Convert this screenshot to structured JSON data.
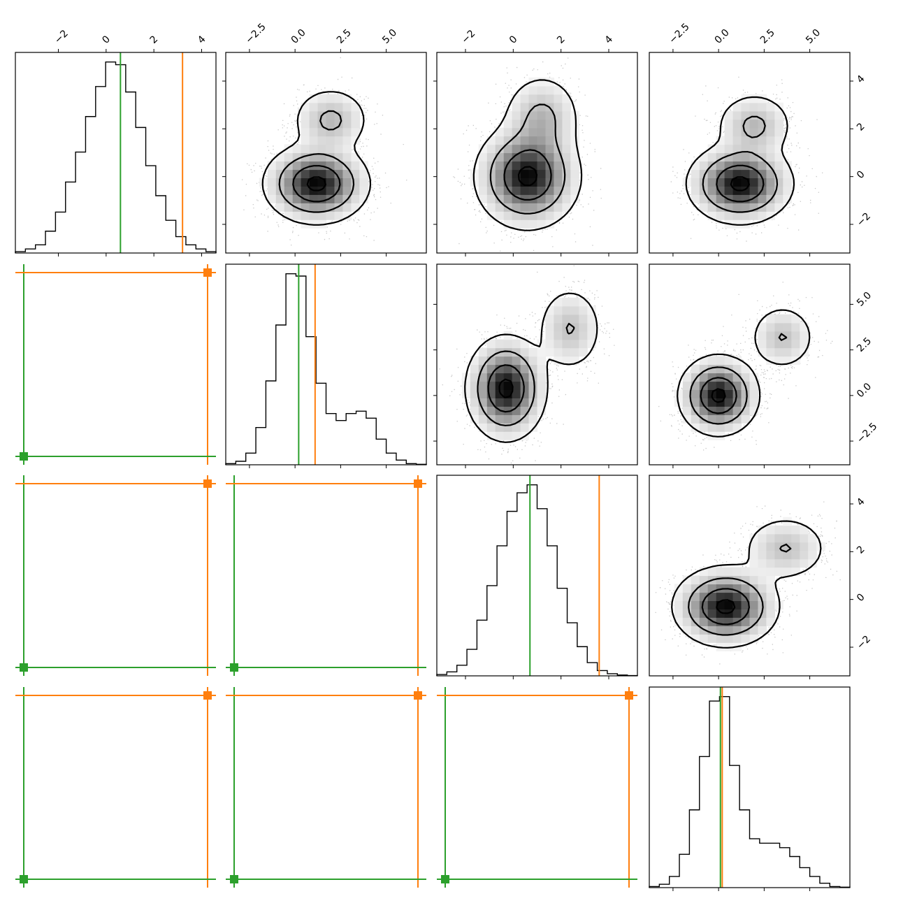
{
  "chart_data": {
    "type": "corner",
    "parameters": 4,
    "colors": {
      "hist": "#000000",
      "green": "#2ca02c",
      "orange": "#ff7f0e",
      "density": "#000000"
    },
    "axis_ranges": [
      [
        -3.8,
        4.6
      ],
      [
        -3.8,
        7.2
      ],
      [
        -3.2,
        5.2
      ],
      [
        -3.8,
        7.2
      ]
    ],
    "ticks": [
      {
        "values": [
          -2,
          0,
          2,
          4
        ],
        "labels": [
          "−2",
          "0",
          "2",
          "4"
        ]
      },
      {
        "values": [
          -2.5,
          0,
          2.5,
          5
        ],
        "labels": [
          "−2.5",
          "0.0",
          "2.5",
          "5.0"
        ]
      },
      {
        "values": [
          -2,
          0,
          2,
          4
        ],
        "labels": [
          "−2",
          "0",
          "2",
          "4"
        ]
      },
      {
        "values": [
          -2.5,
          0,
          2.5,
          5
        ],
        "labels": [
          "−2.5",
          "0.0",
          "2.5",
          "5.0"
        ]
      }
    ],
    "truths": {
      "green": [
        0.6,
        0.2,
        0.7,
        0.1
      ],
      "orange": [
        3.2,
        1.1,
        3.6,
        0.2
      ]
    },
    "histograms": [
      {
        "edges": [
          -3.8,
          -3.38,
          -2.96,
          -2.54,
          -2.12,
          -1.7,
          -1.28,
          -0.86,
          -0.44,
          -0.02,
          0.4,
          0.82,
          1.24,
          1.66,
          2.08,
          2.5,
          2.92,
          3.34,
          3.76,
          4.18,
          4.6
        ],
        "counts": [
          0.5,
          1.5,
          3,
          8,
          15,
          26,
          37,
          50,
          61,
          70,
          69,
          59,
          46,
          32,
          21,
          12,
          6,
          3,
          1.5,
          0.5
        ]
      },
      {
        "edges": [
          -3.8,
          -3.25,
          -2.7,
          -2.15,
          -1.6,
          -1.05,
          -0.5,
          0.05,
          0.6,
          1.15,
          1.7,
          2.25,
          2.8,
          3.35,
          3.9,
          4.45,
          5.0,
          5.55,
          6.1,
          6.65,
          7.2
        ],
        "counts": [
          0.5,
          1.5,
          5,
          16,
          36,
          60,
          82,
          81,
          55,
          35,
          22,
          19,
          22,
          23,
          20,
          11,
          5,
          2,
          0.5,
          0.2
        ]
      },
      {
        "edges": [
          -3.2,
          -2.78,
          -2.36,
          -1.94,
          -1.52,
          -1.1,
          -0.68,
          -0.26,
          0.16,
          0.58,
          1.0,
          1.42,
          1.84,
          2.26,
          2.68,
          3.1,
          3.52,
          3.94,
          4.36,
          4.78,
          5.2
        ],
        "counts": [
          0.5,
          1.5,
          4,
          10,
          21,
          34,
          49,
          62,
          69,
          72,
          63,
          49,
          33,
          20,
          11,
          5,
          2,
          0.8,
          0.3,
          0.1
        ]
      },
      {
        "edges": [
          -3.8,
          -3.25,
          -2.7,
          -2.15,
          -1.6,
          -1.05,
          -0.5,
          0.05,
          0.6,
          1.15,
          1.7,
          2.25,
          2.8,
          3.35,
          3.9,
          4.45,
          5.0,
          5.55,
          6.1,
          6.65,
          7.2
        ],
        "counts": [
          0.5,
          1.5,
          5,
          15,
          35,
          59,
          84,
          86,
          55,
          35,
          22,
          20,
          20,
          18,
          14,
          9,
          5,
          2,
          0.5,
          0.2
        ]
      }
    ],
    "density_components": [
      {
        "weight": 0.8,
        "mean": [
          0,
          0,
          0,
          0
        ],
        "sd": [
          1,
          1,
          1,
          1
        ]
      },
      {
        "weight": 0.2,
        "mean": [
          0.6,
          3.5,
          2.5,
          3.2
        ],
        "sd": [
          0.8,
          0.9,
          0.9,
          0.9
        ]
      }
    ]
  }
}
